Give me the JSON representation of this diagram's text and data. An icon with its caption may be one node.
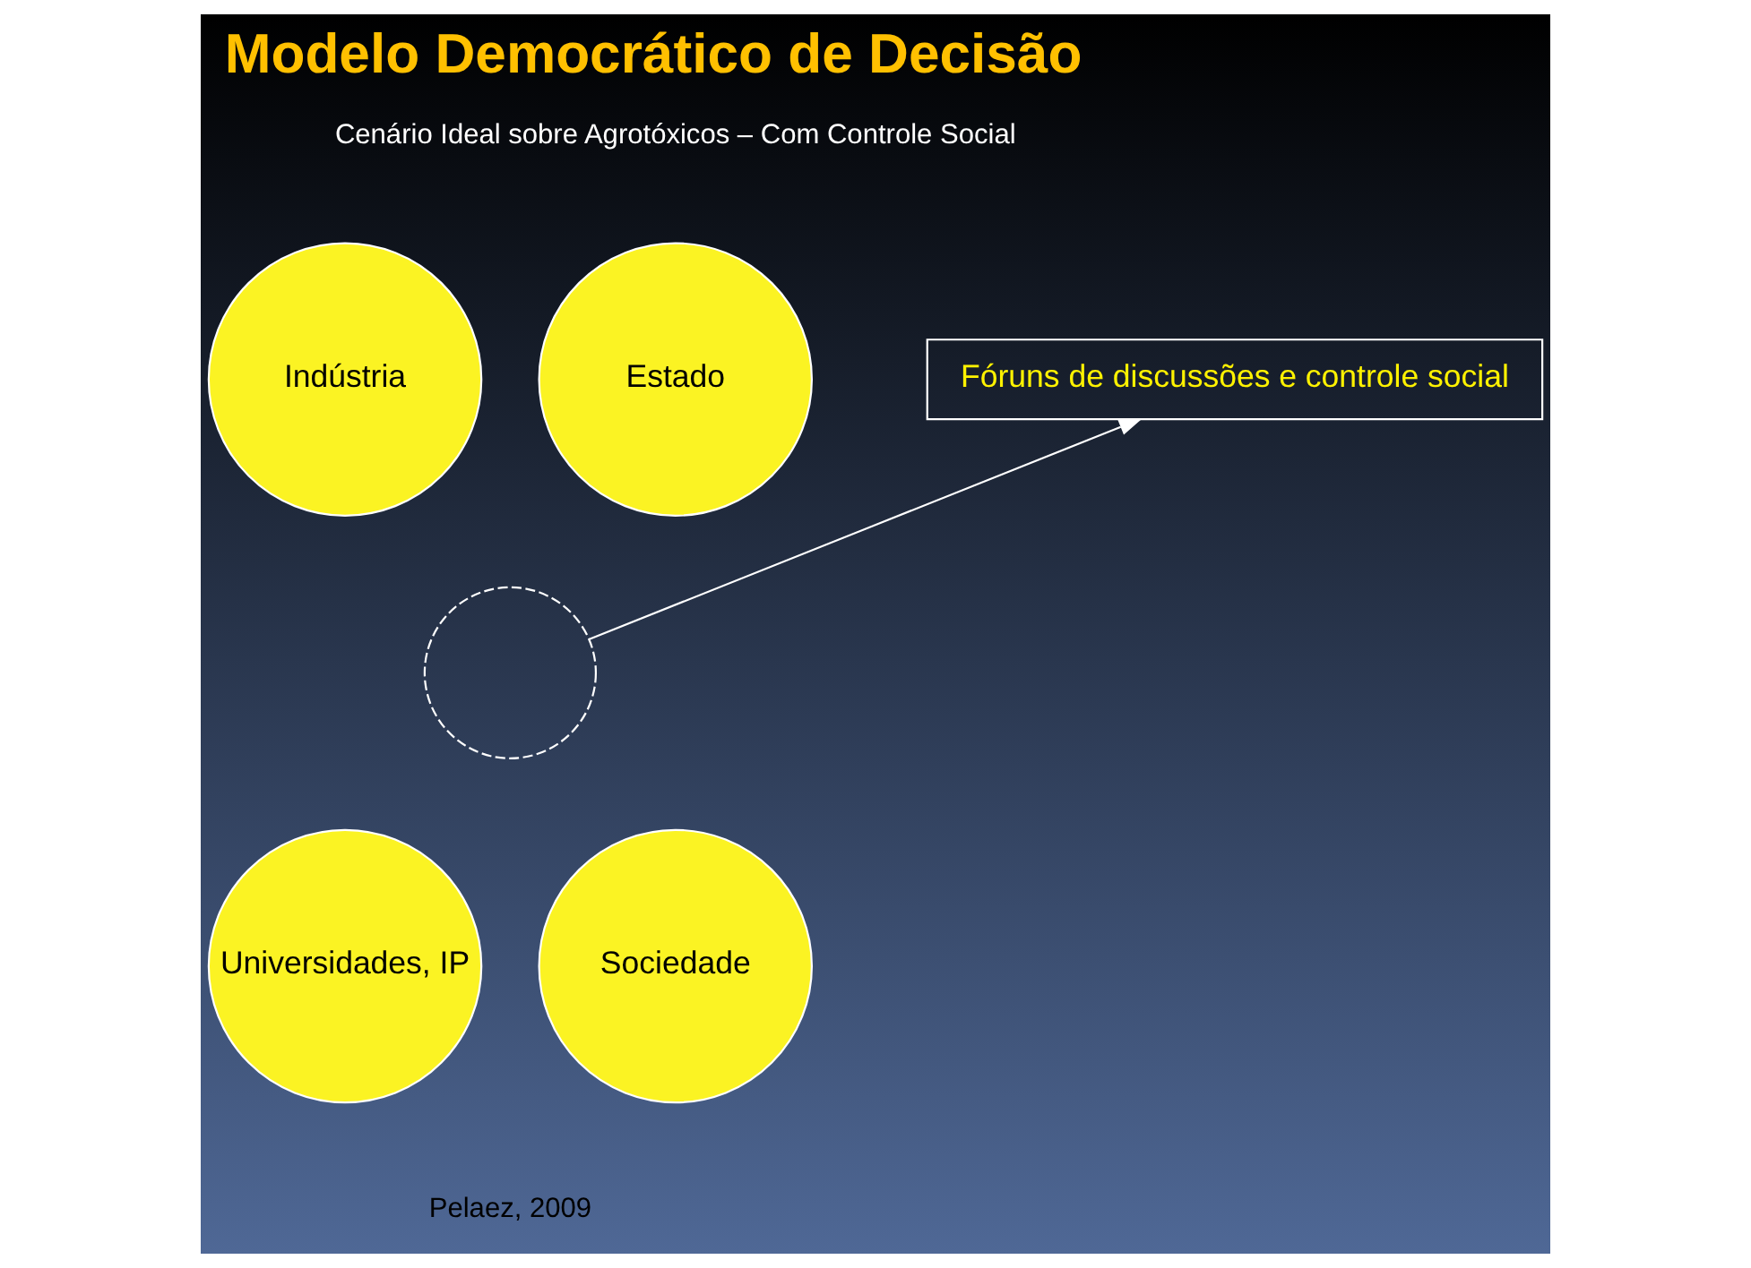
{
  "diagram": {
    "title": "Modelo Democrático de Decisão",
    "nodes": [
      {
        "text": [
          "Indústria"
        ]
      },
      {
        "text": [
          "Estado"
        ]
      },
      {
        "text": [
          "Universidades, IP"
        ]
      },
      {
        "text": [
          "Sociedade"
        ]
      },
      {
        "text": [],
        "shape": "circle"
      },
      {
        "text": [
          "Fóruns de discussões e controle social"
        ]
      }
    ],
    "edges": [
      {
        "from": 4,
        "to": 5,
        "arrow": "to"
      }
    ],
    "labels": [
      "Cenário Ideal sobre Agrotóxicos – Com Controle Social",
      "Pelaez, 2009"
    ]
  }
}
